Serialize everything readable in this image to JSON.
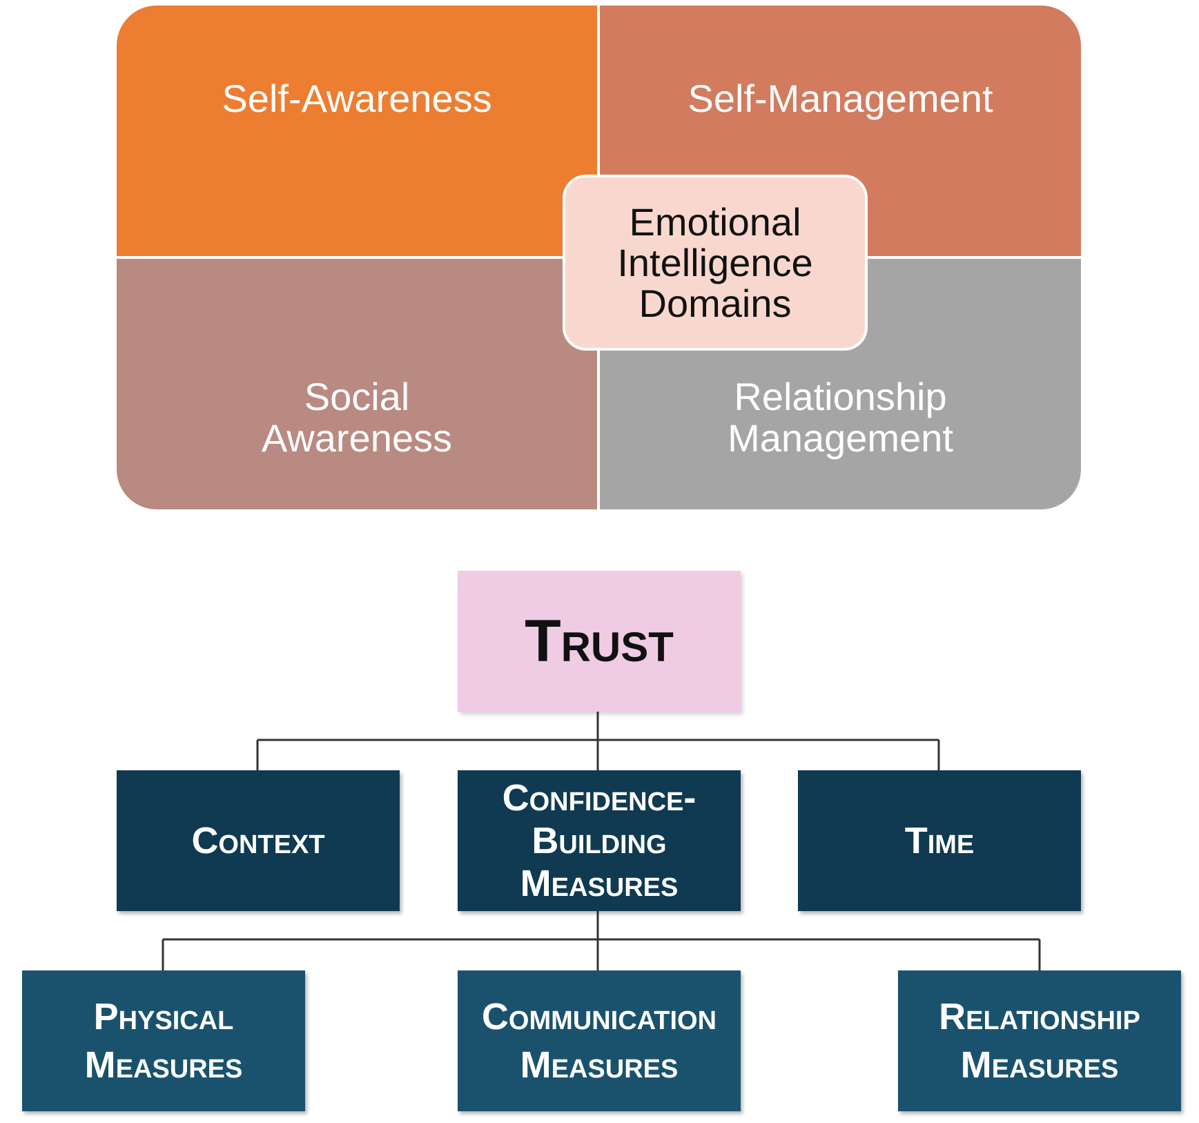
{
  "ei_diagram": {
    "center_lines": [
      "Emotional",
      "Intelligence",
      "Domains"
    ],
    "quadrants": {
      "top_left": {
        "lines": [
          "Self-Awareness"
        ],
        "color": "#ed7d31"
      },
      "top_right": {
        "lines": [
          "Self-Management"
        ],
        "color": "#d27b5e"
      },
      "bottom_left": {
        "lines": [
          "Social",
          "Awareness"
        ],
        "color": "#b98a82"
      },
      "bottom_right": {
        "lines": [
          "Relationship",
          "Management"
        ],
        "color": "#a5a5a5"
      }
    },
    "center_color": "#f8d8ce"
  },
  "trust_diagram": {
    "root": {
      "label": "Trust",
      "color": "#efcbe4"
    },
    "level2": [
      {
        "lines": [
          "Context"
        ]
      },
      {
        "lines": [
          "Confidence-",
          "Building",
          "Measures"
        ]
      },
      {
        "lines": [
          "Time"
        ]
      }
    ],
    "level3": [
      {
        "lines": [
          "Physical",
          "Measures"
        ]
      },
      {
        "lines": [
          "Communication",
          "Measures"
        ]
      },
      {
        "lines": [
          "Relationship",
          "Measures"
        ]
      }
    ],
    "level2_color": "#0f3a52",
    "level3_color": "#1a526e"
  }
}
